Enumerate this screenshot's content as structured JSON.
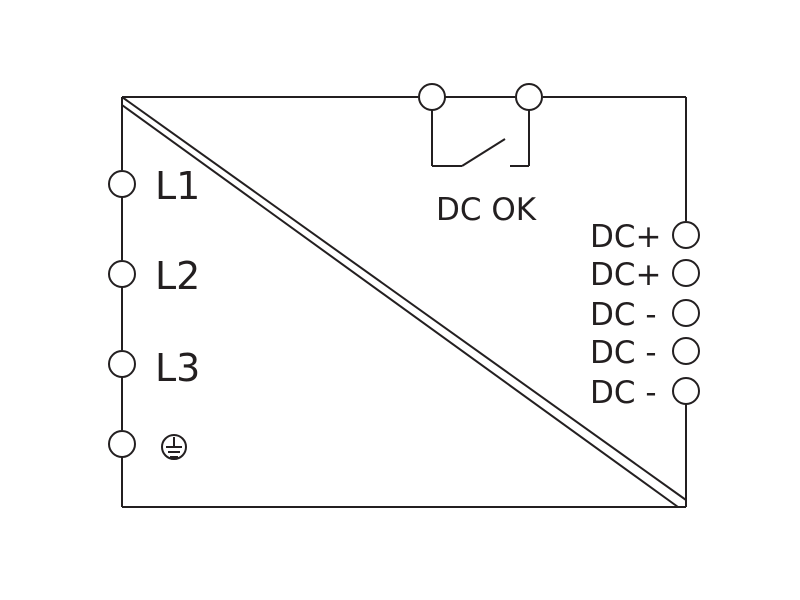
{
  "diagram": {
    "colors": {
      "stroke": "#231f20",
      "background": "#ffffff",
      "terminal_fill": "#ffffff"
    },
    "inputs": {
      "l1": "L1",
      "l2": "L2",
      "l3": "L3",
      "ground_icon": "protective-earth-ground-icon"
    },
    "outputs": {
      "dc_plus_1": "DC+",
      "dc_plus_2": "DC+",
      "dc_minus_1": "DC -",
      "dc_minus_2": "DC -",
      "dc_minus_3": "DC -"
    },
    "signal": {
      "dc_ok": "DC OK"
    }
  }
}
